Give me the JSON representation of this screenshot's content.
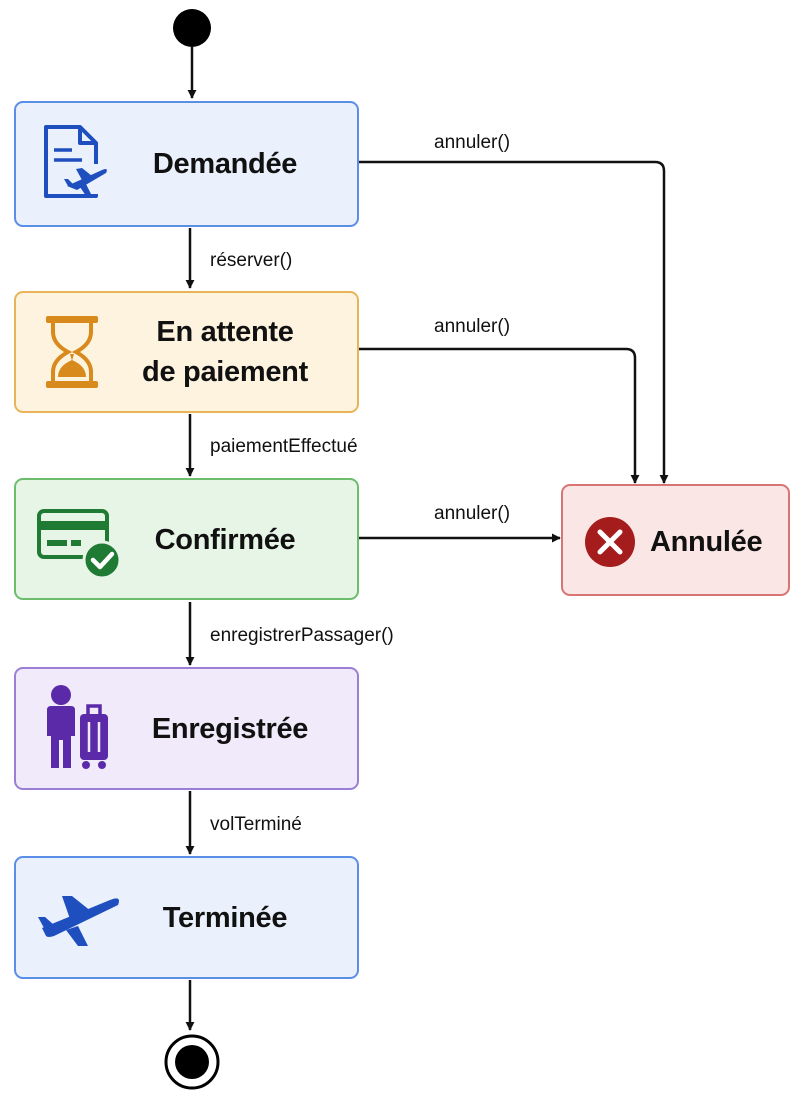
{
  "states": {
    "demandee": {
      "label": "Demandée"
    },
    "attente": {
      "line1": "En attente",
      "line2": "de paiement"
    },
    "confirmee": {
      "label": "Confirmée"
    },
    "enregistree": {
      "label": "Enregistrée"
    },
    "terminee": {
      "label": "Terminée"
    },
    "annulee": {
      "label": "Annulée"
    }
  },
  "transitions": {
    "reserver": "réserver()",
    "paiement": "paiementEffectué",
    "enregistrer": "enregistrerPassager()",
    "vol": "volTerminé",
    "annuler_demandee": "annuler()",
    "annuler_attente": "annuler()",
    "annuler_confirmee": "annuler()"
  },
  "icons": {
    "demandee": "flight-document-icon",
    "attente": "hourglass-icon",
    "confirmee": "credit-card-check-icon",
    "enregistree": "passenger-luggage-icon",
    "terminee": "airplane-icon",
    "annulee": "cancel-x-icon"
  },
  "colors": {
    "blue_fill": "#eaf1fd",
    "blue_border": "#5b8ee6",
    "blue_icon": "#1f4fbf",
    "orange_fill": "#fdf3df",
    "orange_border": "#e9b35a",
    "orange_icon": "#d98a1c",
    "green_fill": "#e7f5e6",
    "green_border": "#6cbd6c",
    "green_icon": "#1f7a33",
    "purple_fill": "#f0eafa",
    "purple_border": "#9c7fd4",
    "purple_icon": "#5a2aa8",
    "red_fill": "#fbe6e6",
    "red_border": "#d97474",
    "red_icon": "#a51c1c"
  }
}
